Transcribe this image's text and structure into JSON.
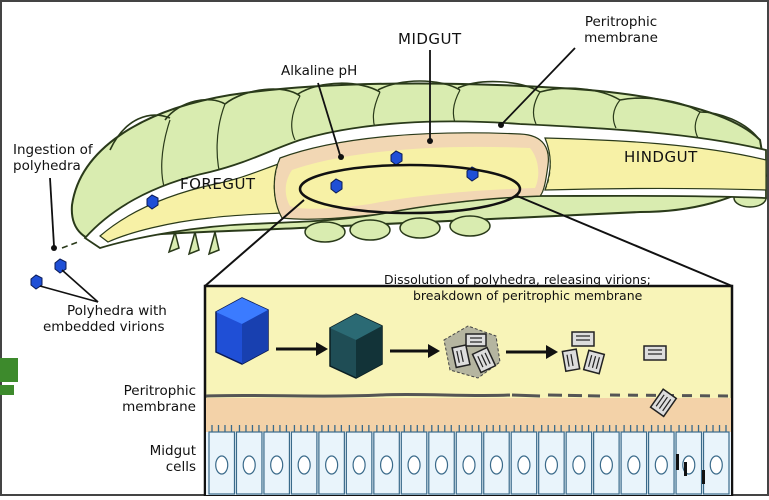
{
  "labels": {
    "midgut": "MIDGUT",
    "peritrophic_membrane_top_line1": "Peritrophic",
    "peritrophic_membrane_top_line2": "membrane",
    "alkaline_ph": "Alkaline pH",
    "ingestion_line1": "Ingestion of",
    "ingestion_line2": "polyhedra",
    "foregut": "FOREGUT",
    "hindgut": "HINDGUT",
    "polyhedra_line1": "Polyhedra with",
    "polyhedra_line2": "embedded virions",
    "dissolution_line1": "Dissolution of polyhedra, releasing virions;",
    "dissolution_line2": "breakdown of peritrophic membrane",
    "peritrophic_membrane_inset_line1": "Peritrophic",
    "peritrophic_membrane_inset_line2": "membrane",
    "midgut_cells_line1": "Midgut",
    "midgut_cells_line2": "cells"
  },
  "colors": {
    "body_green": "#d9ecb0",
    "body_outline": "#2a3a1a",
    "gut_yellow": "#f7f1a6",
    "midgut_pink": "#f2d7b4",
    "polyhedron_blue": "#1f4fd6",
    "polyhedron_dark": "#1f4d55",
    "inset_yellow": "#f8f4b8",
    "tissue_orange": "#f3d2a8",
    "cell_blue": "#e9f4fb",
    "frame_dark": "#1a1a1a"
  },
  "icons": [
    "polyhedron-icon",
    "arrow-icon",
    "virion-icon",
    "cell-nucleus-icon"
  ]
}
